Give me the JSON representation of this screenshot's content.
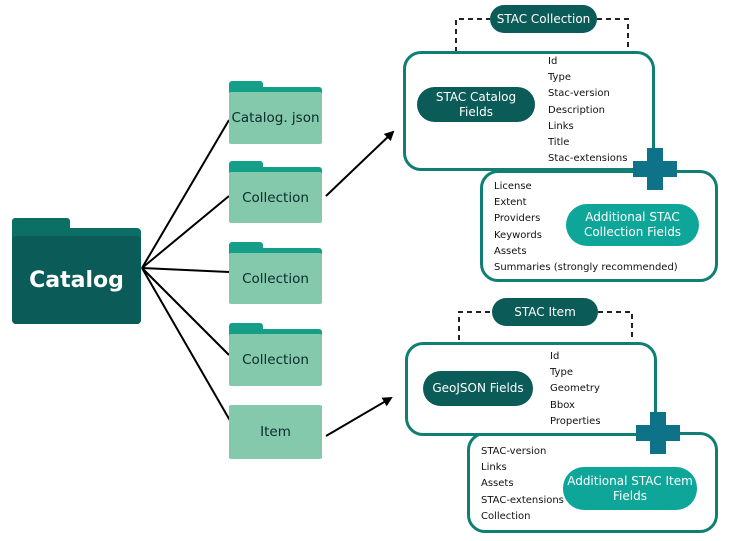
{
  "catalog": {
    "label": "Catalog"
  },
  "folders": [
    {
      "label": "Catalog. json"
    },
    {
      "label": "Collection"
    },
    {
      "label": "Collection"
    },
    {
      "label": "Collection"
    },
    {
      "label": "Item"
    }
  ],
  "collection_section": {
    "header": "STAC Collection",
    "catalog_fields_label": "STAC Catalog Fields",
    "catalog_fields": [
      "Id",
      "Type",
      "Stac-version",
      "Description",
      "Links",
      "Title",
      "Stac-extensions"
    ],
    "additional_fields": [
      "License",
      "Extent",
      "Providers",
      "Keywords",
      "Assets",
      "Summaries (strongly recommended)"
    ],
    "additional_label": "Additional STAC Collection Fields"
  },
  "item_section": {
    "header": "STAC Item",
    "geojson_label": "GeoJSON Fields",
    "geojson_fields": [
      "Id",
      "Type",
      "Geometry",
      "Bbox",
      "Properties"
    ],
    "additional_fields": [
      "STAC-version",
      "Links",
      "Assets",
      "STAC-extensions",
      "Collection"
    ],
    "additional_label": "Additional STAC Item Fields"
  },
  "colors": {
    "dark_teal": "#0b5c58",
    "mid_teal": "#0f7f73",
    "light_teal": "#0fa69a",
    "folder_light": "#84c9ac",
    "folder_tab": "#159e88",
    "plus": "#0e7289"
  }
}
